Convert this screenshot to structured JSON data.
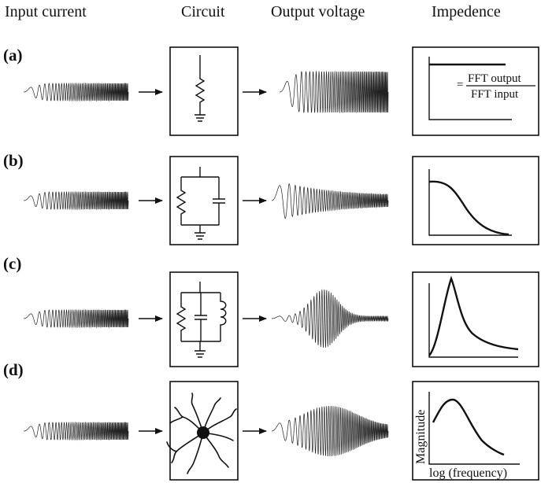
{
  "headers": {
    "input": "Input current",
    "circuit": "Circuit",
    "output": "Output voltage",
    "impedance": "Impedence"
  },
  "rows": [
    {
      "label": "(a)",
      "circuit": "resistor",
      "impedance_curve": "flat"
    },
    {
      "label": "(b)",
      "circuit": "resistor-capacitor-parallel",
      "impedance_curve": "low-pass"
    },
    {
      "label": "(c)",
      "circuit": "resistor-capacitor-inductor-parallel",
      "impedance_curve": "resonance-peak"
    },
    {
      "label": "(d)",
      "circuit": "cell-with-dendrites",
      "impedance_curve": "band-pass"
    }
  ],
  "annotations": {
    "equals": "=",
    "fft_output": "FFT output",
    "fft_input": "FFT input",
    "magnitude": "Magnitude",
    "log_frequency": "log (frequency)"
  }
}
